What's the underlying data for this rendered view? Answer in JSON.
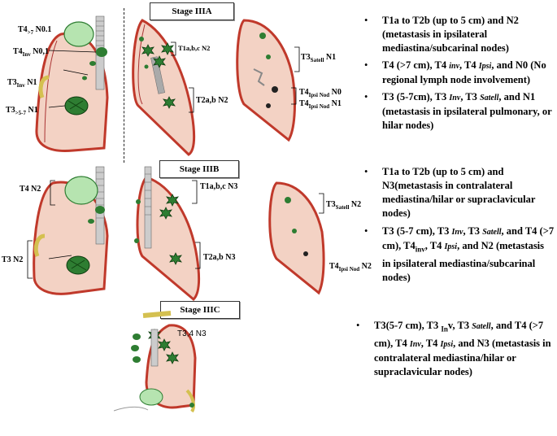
{
  "stages": {
    "a": {
      "title": "Stage IIIA"
    },
    "b": {
      "title": "Stage IIIB"
    },
    "c": {
      "title": "Stage IIIC"
    }
  },
  "labels_a": {
    "t4_gt7_pre": "T4",
    "t4_gt7_sub": ">7",
    "t4_gt7_post": " N0.1",
    "t4inv_pre": "T4",
    "t4inv_sub": "Inv",
    "t4inv_post": " N0,1",
    "t3inv_pre": "T3",
    "t3inv_sub": "Inv",
    "t3inv_post": " N1",
    "t3_57_pre": "T3",
    "t3_57_sub": ">5-7",
    "t3_57_post": " N1",
    "t1abc_n2": "T1a,b,c N2",
    "t2ab_n2": "T2a,b N2",
    "t3satell_pre": "T3",
    "t3satell_sub": "Satell",
    "t3satell_post": " N1",
    "t4ipsi_n0_pre": "T4",
    "t4ipsi_n0_sub": "Ipsi Nod",
    "t4ipsi_n0_post": "  N0",
    "t4ipsi_n1_pre": "T4",
    "t4ipsi_n1_sub": "Ipsi Nod",
    "t4ipsi_n1_post": "  N1"
  },
  "labels_b": {
    "t4_n2": "T4 N2",
    "t3_n2": "T3 N2",
    "t1abc_n3": "T1a,b,c N3",
    "t2ab_n3": "T2a,b N3",
    "t3satell_pre": "T3",
    "t3satell_sub": "Satell",
    "t3satell_post": " N2",
    "t4ipsi_pre": "T4",
    "t4ipsi_sub": "Ipsi Nod",
    "t4ipsi_post": " N2"
  },
  "labels_c": {
    "t34_n3": "T3,4 N3"
  },
  "bullet_glyph": "•",
  "stage_a_bullets": [
    {
      "parts": [
        "T1a to T2b (up to 5 cm) and N2 (metastasis in ipsilateral mediastina/subcarinal  nodes)"
      ]
    },
    {
      "parts": [
        "T4 (>7 cm), T4 ",
        "inv",
        ", T4 ",
        "Ipsi",
        ", and N0 (No regional lymph node involvement)"
      ]
    },
    {
      "parts": [
        "T3 (5-7cm), T3 ",
        "Inv",
        ", T3 ",
        "Satell",
        ", and N1 (metastasis in ipsilateral pulmonary, or hilar nodes)"
      ]
    }
  ],
  "stage_b_bullets": [
    {
      "parts": [
        "T1a to T2b (up to 5 cm) and N3(metastasis in contralateral mediastina/hilar or supraclavicular nodes)"
      ]
    },
    {
      "parts": [
        "T3 (5-7 cm), T3 ",
        "Inv",
        ", T3 ",
        "Satell",
        ", and T4 (>7 cm), T4",
        "inv",
        ", T4 ",
        "Ipsi",
        ", and N2 (metastasis in ipsilateral mediastina/subcarinal nodes)"
      ]
    }
  ],
  "stage_c_bullets": [
    {
      "parts": [
        "T3(5-7 cm), T3 ",
        "In",
        "v, T3 ",
        "Satell",
        ", and T4 (>7 cm), T4 ",
        "Inv",
        ", T4 ",
        "Ipsi",
        ", and N3 (metastasis in contralateral mediastina/hilar or supraclavicular nodes)"
      ]
    }
  ],
  "colors": {
    "lung_outline": "#c0392b",
    "lung_fill": "#f3d2c4",
    "tumor": "#2e7d32",
    "node": "#7ed47e",
    "trachea": "#888888"
  }
}
